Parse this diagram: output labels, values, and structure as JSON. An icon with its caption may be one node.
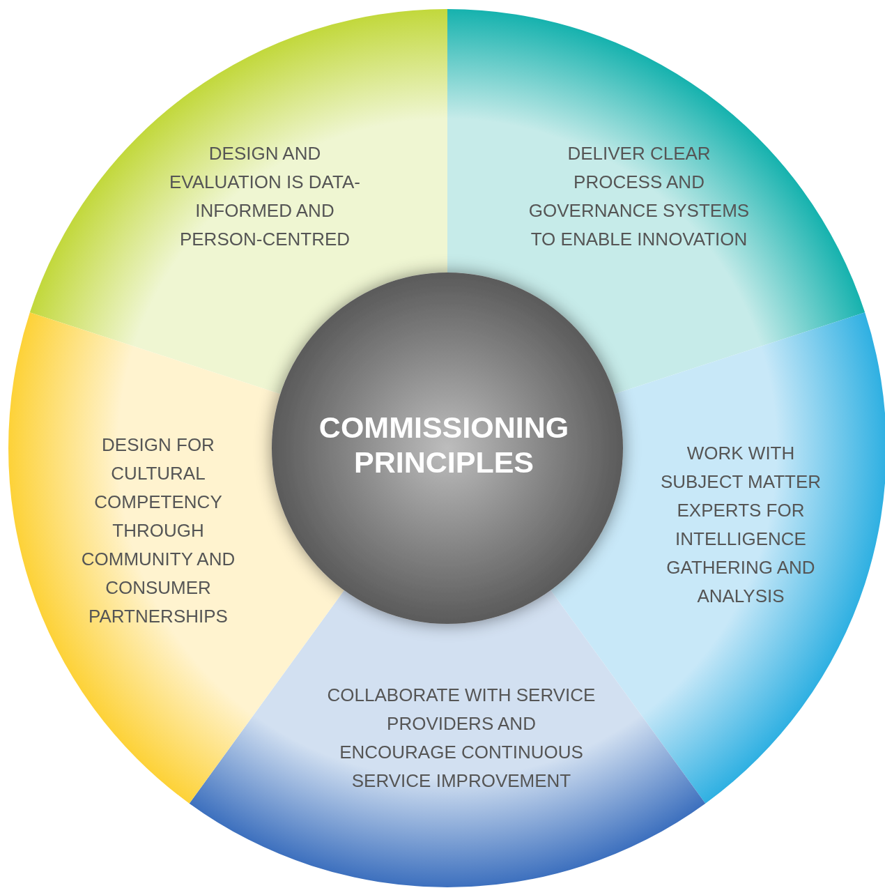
{
  "diagram": {
    "nodes": [
      {
        "text": [
          "COMMISSIONING PRINCIPLES"
        ]
      },
      {
        "text": [
          "DESIGN AND EVALUATION IS DATA-INFORMED AND PERSON-CENTRED"
        ]
      },
      {
        "text": [
          "DELIVER CLEAR PROCESS AND GOVERNANCE SYSTEMS TO ENABLE INNOVATION"
        ]
      },
      {
        "text": [
          "WORK WITH SUBJECT MATTER EXPERTS FOR INTELLIGENCE GATHERING AND ANALYSIS"
        ]
      },
      {
        "text": [
          "COLLABORATE WITH SERVICE PROVIDERS AND ENCOURAGE CONTINUOUS SERVICE IMPROVEMENT"
        ]
      },
      {
        "text": [
          "DESIGN FOR CULTURAL COMPETENCY THROUGH COMMUNITY AND CONSUMER PARTNERSHIPS"
        ]
      }
    ]
  }
}
